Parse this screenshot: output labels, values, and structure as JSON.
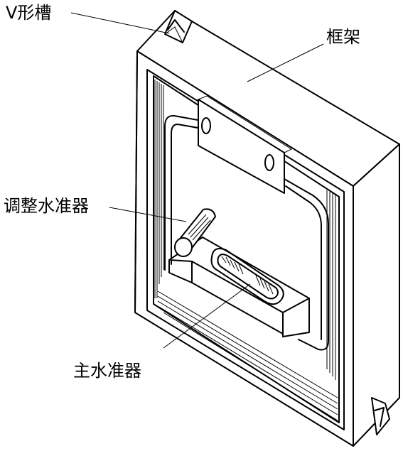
{
  "labels": {
    "v_groove": "V形槽",
    "frame": "框架",
    "adjust_level": "调整水准器",
    "main_level": "主水准器"
  }
}
